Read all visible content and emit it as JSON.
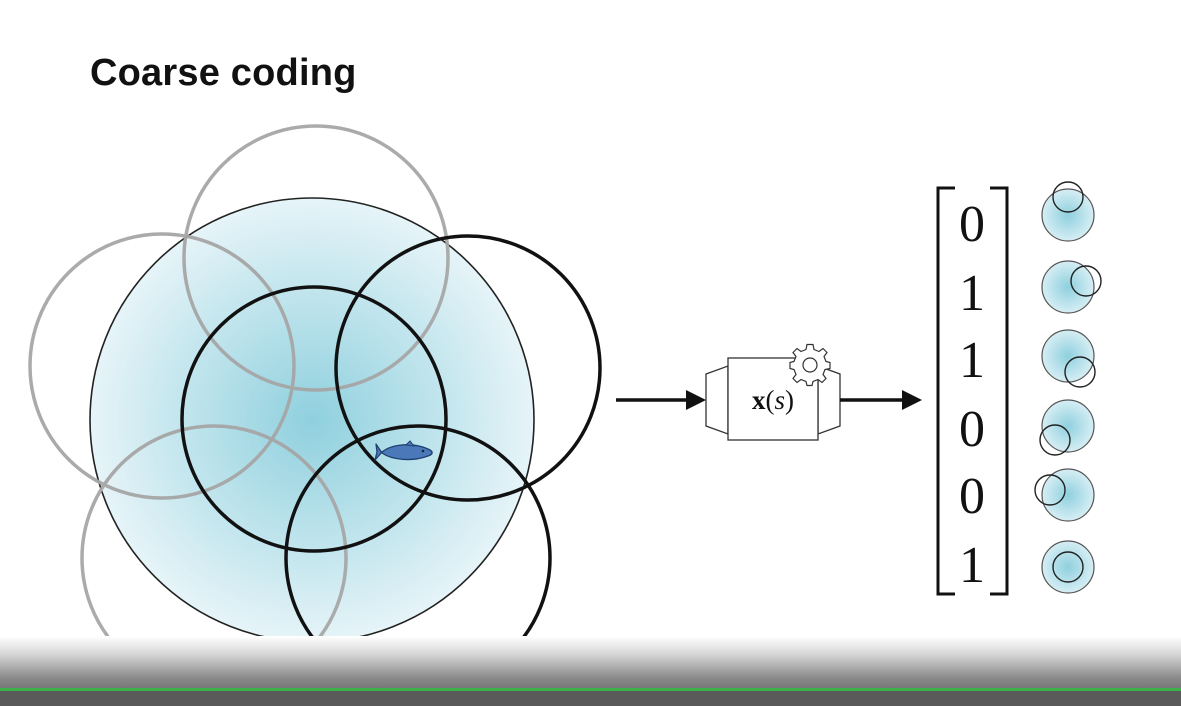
{
  "slide": {
    "title": "Coarse coding"
  },
  "function_box": {
    "bold": "x",
    "open_paren": "(",
    "arg": "s",
    "close_paren": ")",
    "icon": "gear-icon"
  },
  "feature_vector": [
    "0",
    "1",
    "1",
    "0",
    "0",
    "1"
  ],
  "icons": {
    "agent": "fish-icon"
  },
  "colors": {
    "fill_center": "#8fd0de",
    "fill_edge": "#e6f4f8",
    "active_circle": "#111111",
    "inactive_circle": "#a6a6a6",
    "fish": "#4a78b8",
    "progress": "#3bb34a"
  }
}
